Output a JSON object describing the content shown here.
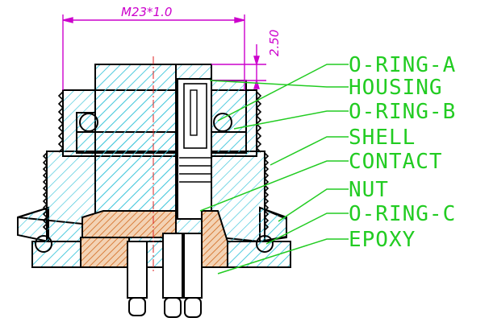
{
  "dimensions": {
    "thread_label": "M23*1.0",
    "pitch_label": "2.50"
  },
  "callouts": [
    "O-RING-A",
    "HOUSING",
    "O-RING-B",
    "SHELL",
    "CONTACT",
    "NUT",
    "O-RING-C",
    "EPOXY"
  ],
  "colors": {
    "outline": "#000000",
    "hatch": "#46c8dc",
    "epoxy": "#d2691e",
    "dimension": "#cc00cc",
    "leader": "#22cc22",
    "centerline": "#dd2222"
  }
}
